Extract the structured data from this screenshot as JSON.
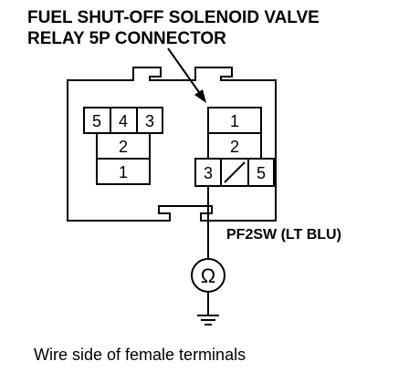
{
  "title": {
    "line1": "FUEL SHUT-OFF SOLENOID VALVE",
    "line2": "RELAY 5P CONNECTOR"
  },
  "connector": {
    "left_block": {
      "top_row": [
        "5",
        "4",
        "3"
      ],
      "row2": "2",
      "row3": "1"
    },
    "right_block": {
      "row1": "1",
      "row2": "2",
      "row3_left": "3",
      "row3_right": "5"
    }
  },
  "wire_label": "PF2SW (LT BLU)",
  "meter_symbol": "Ω",
  "meter_icon": "ohmmeter-icon",
  "ground_icon": "ground-icon",
  "caption": "Wire side of female terminals"
}
